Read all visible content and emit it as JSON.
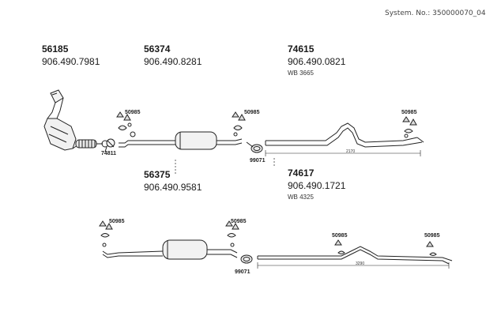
{
  "system_number": "System. No.: 350000070_04",
  "parts": [
    {
      "id": "p56185",
      "number": "56185",
      "oe": "906.490.7981"
    },
    {
      "id": "p56374",
      "number": "56374",
      "oe": "906.490.8281"
    },
    {
      "id": "p74615",
      "number": "74615",
      "oe": "906.490.0821",
      "note": "WB 3665"
    },
    {
      "id": "p56375",
      "number": "56375",
      "oe": "906.490.9581"
    },
    {
      "id": "p74617",
      "number": "74617",
      "oe": "906.490.1721",
      "note": "WB 4325"
    }
  ],
  "labels": {
    "hanger": "50985",
    "clamp": "99071",
    "gasket_clamp": "74811"
  },
  "dimensions": {
    "pipe_top": "2170",
    "pipe_bottom": "3290"
  }
}
